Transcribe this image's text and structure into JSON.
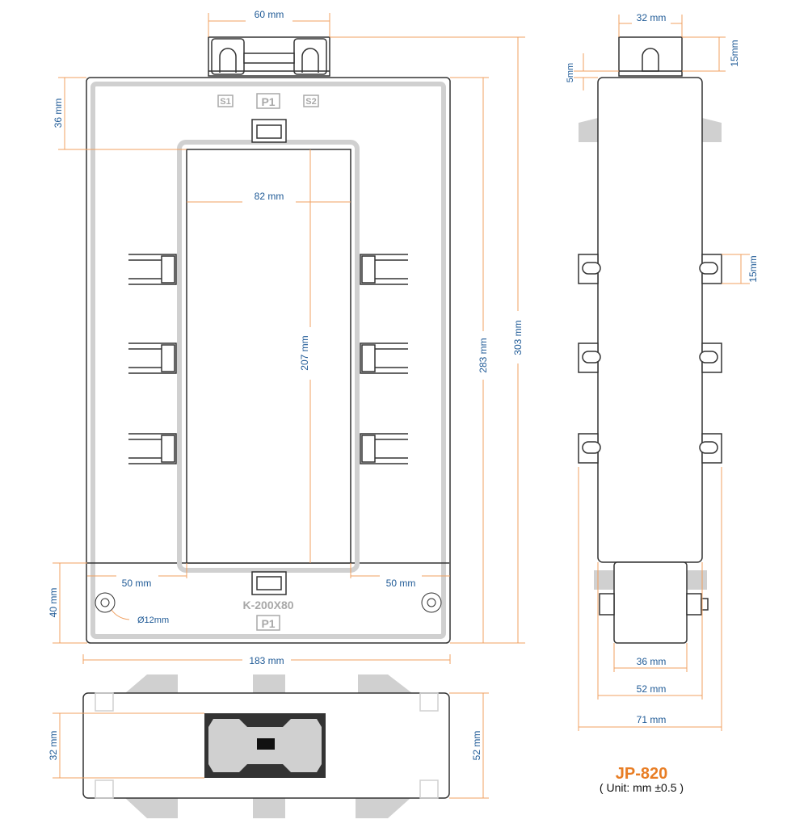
{
  "title": "JP-820",
  "subtitle": "( Unit: mm ±0.5 )",
  "colors": {
    "accent": "#e87d24",
    "dimension_text": "#1f5a96",
    "dimension_line": "#f0a060",
    "outline": "#333333",
    "panel_gray": "#d0d0d0"
  },
  "front_view": {
    "width_top": "60 mm",
    "height_top_offset": "36 mm",
    "window_width": "82 mm",
    "window_height": "207 mm",
    "inner_height": "283 mm",
    "total_height": "303 mm",
    "bottom_height": "40 mm",
    "side_margin_left": "50 mm",
    "side_margin_right": "50 mm",
    "hole_diameter": "Ø12mm",
    "total_width": "183 mm",
    "label_p1_top": "P1",
    "label_s1": "S1",
    "label_s2": "S2",
    "label_model": "K-200X80",
    "label_p1_bottom": "P1"
  },
  "side_view": {
    "top_width": "32 mm",
    "top_height": "15mm",
    "top_gap": "5mm",
    "clip_height": "15mm",
    "base_width_inner": "36 mm",
    "base_width_mid": "52 mm",
    "base_width_outer": "71 mm"
  },
  "bottom_view": {
    "height_inner": "32 mm",
    "height_outer": "52 mm"
  }
}
